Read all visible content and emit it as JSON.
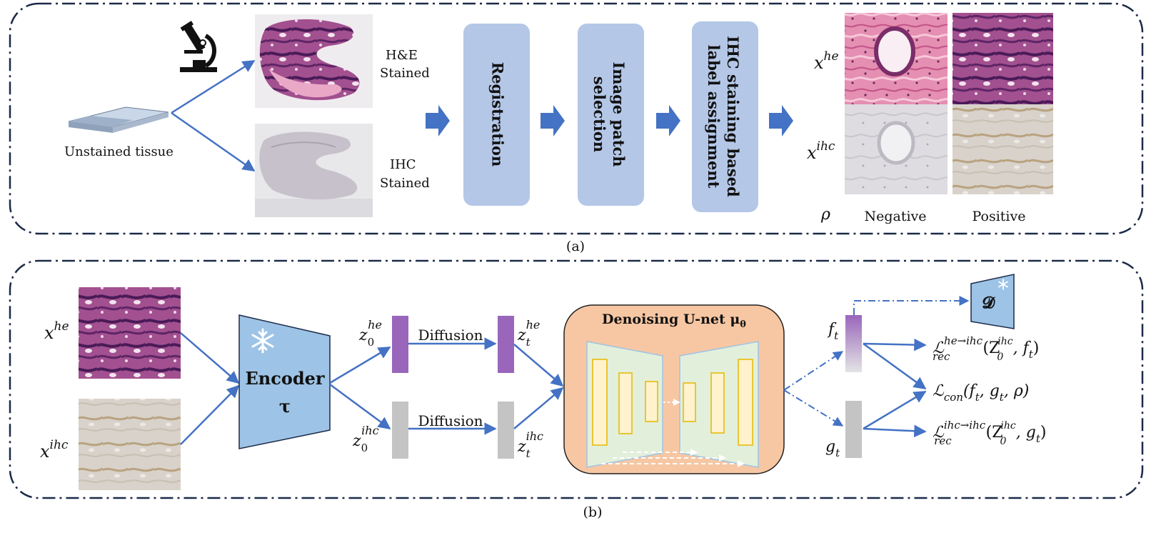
{
  "panel_a": {
    "caption": "(a)",
    "slide_label": "Unstained tissue",
    "he_label_1": "H&E",
    "he_label_2": "Stained",
    "ihc_label_1": "IHC",
    "ihc_label_2": "Stained",
    "steps": [
      "Registration",
      "Image patch selection",
      "IHC staining based label assignment"
    ],
    "row_label_he": {
      "base": "x",
      "sup": "he"
    },
    "row_label_ihc": {
      "base": "x",
      "sup": "ihc"
    },
    "rho": "ρ",
    "col_negative": "Negative",
    "col_positive": "Positive"
  },
  "panel_b": {
    "caption": "(b)",
    "input_he": {
      "base": "x",
      "sup": "he"
    },
    "input_ihc": {
      "base": "x",
      "sup": "ihc"
    },
    "encoder_title": "Encoder",
    "encoder_symbol": "τ",
    "z0_he": {
      "base": "z",
      "sub": "0",
      "sup": "he"
    },
    "z0_ihc": {
      "base": "z",
      "sub": "0",
      "sup": "ihc"
    },
    "zt_he": {
      "base": "z",
      "sub": "t",
      "sup": "he"
    },
    "zt_ihc": {
      "base": "z",
      "sub": "t",
      "sup": "ihc"
    },
    "diffusion_label": "Diffusion",
    "unet_title": "Denoising U-net μ",
    "unet_sub": "θ",
    "f_t": {
      "base": "f",
      "sub": "t"
    },
    "g_t": {
      "base": "g",
      "sub": "t"
    },
    "decoder_symbol": "𝓓",
    "loss_rec_he": {
      "base": "ℒ",
      "sup": "he→ihc",
      "sub": "rec",
      "args": "(Z",
      "args_sup": "ihc",
      "args_sub": "0",
      "args_tail": ", f",
      "args_tail_sub": "t",
      "close": ")"
    },
    "loss_con": {
      "base": "ℒ",
      "sub": "con",
      "args": "(f",
      "a1": "t",
      "mid": ", g",
      "a2": "t",
      "tail": ", ρ)"
    },
    "loss_rec_ihc": {
      "base": "ℒ",
      "sup": "ihc→ihc",
      "sub": "rec",
      "args": "(Z",
      "args_sup": "ihc",
      "args_sub": "0",
      "args_tail": ", g",
      "args_tail_sub": "t",
      "close": ")"
    }
  },
  "colors": {
    "frame": "#1c2a48",
    "arrow": "#4472c4",
    "step_box": "#b4c7e7",
    "encoder": "#9dc3e6",
    "latent_he": "#9966bb",
    "latent_ihc": "#c4c4c4",
    "unet_bg": "#f7c7a3",
    "unet_block": "#e2efda",
    "unet_layer": "#fff2cc",
    "unet_layer_edge": "#e6b800"
  }
}
